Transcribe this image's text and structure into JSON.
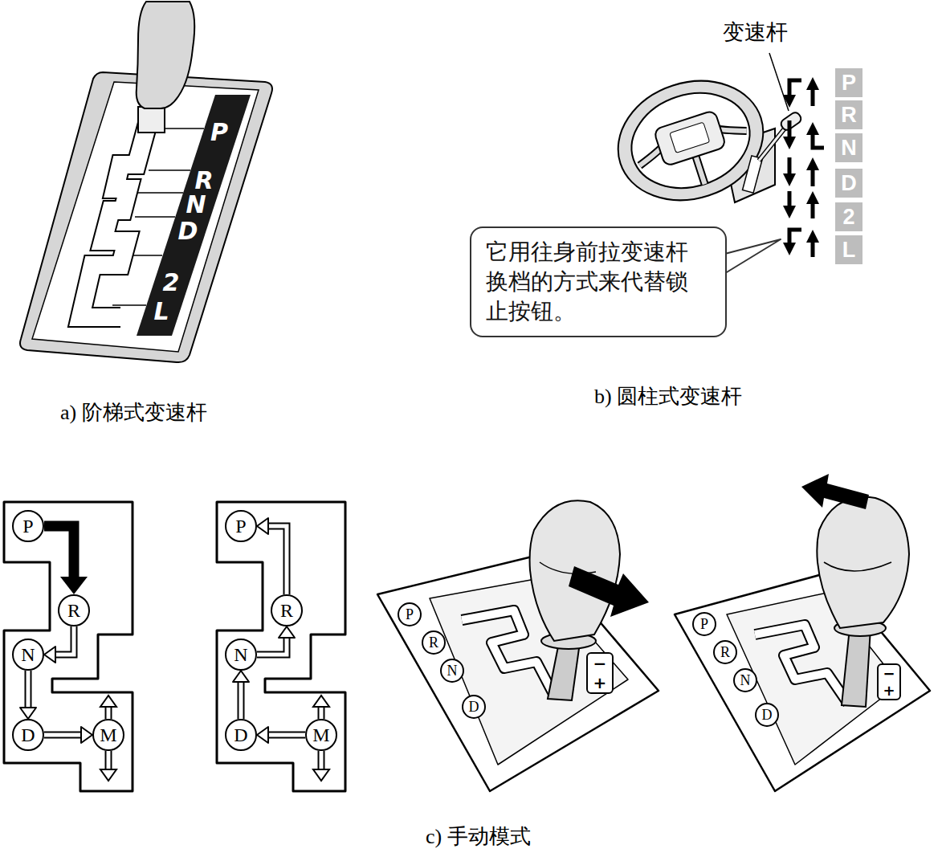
{
  "diagram": {
    "nodes": [
      {
        "text": [
          "P",
          "R",
          "N",
          "D",
          "2",
          "L"
        ]
      },
      {
        "text": [
          "P"
        ]
      },
      {
        "text": [
          "R"
        ]
      },
      {
        "text": [
          "N"
        ]
      },
      {
        "text": [
          "D"
        ]
      },
      {
        "text": [
          "2"
        ]
      },
      {
        "text": [
          "L"
        ]
      },
      {
        "text": [
          "它用往身前拉变速杆 换档的方式来代替锁 止按钮。"
        ]
      },
      {
        "text": [
          "P"
        ]
      },
      {
        "text": [
          "R"
        ]
      },
      {
        "text": [
          "N"
        ]
      },
      {
        "text": [
          "D"
        ]
      },
      {
        "text": [
          "M"
        ]
      },
      {
        "text": [
          "P"
        ]
      },
      {
        "text": [
          "R"
        ]
      },
      {
        "text": [
          "N"
        ]
      },
      {
        "text": [
          "D"
        ]
      },
      {
        "text": [
          "M"
        ]
      },
      {
        "text": [
          "P"
        ]
      },
      {
        "text": [
          "R"
        ]
      },
      {
        "text": [
          "N"
        ]
      },
      {
        "text": [
          "D"
        ]
      },
      {
        "text": [
          "−",
          "+"
        ]
      },
      {
        "text": [
          "P"
        ]
      },
      {
        "text": [
          "R"
        ]
      },
      {
        "text": [
          "N"
        ]
      },
      {
        "text": [
          "D"
        ]
      },
      {
        "text": [
          "−",
          "+"
        ]
      }
    ],
    "edges": [
      {
        "from": 8,
        "to": 9,
        "arrow": "to"
      },
      {
        "from": 9,
        "to": 10,
        "arrow": "to"
      },
      {
        "from": 10,
        "to": 11,
        "arrow": "to"
      },
      {
        "from": 11,
        "to": 12,
        "arrow": "to"
      },
      {
        "from": 17,
        "to": 16,
        "arrow": "to"
      },
      {
        "from": 16,
        "to": 15,
        "arrow": "to"
      },
      {
        "from": 15,
        "to": 14,
        "arrow": "to"
      },
      {
        "from": 14,
        "to": 13,
        "arrow": "to"
      }
    ],
    "labels": [
      "a) 阶梯式变速杆",
      "变速杆",
      "b) 圆柱式变速杆",
      "c) 手动模式"
    ]
  }
}
